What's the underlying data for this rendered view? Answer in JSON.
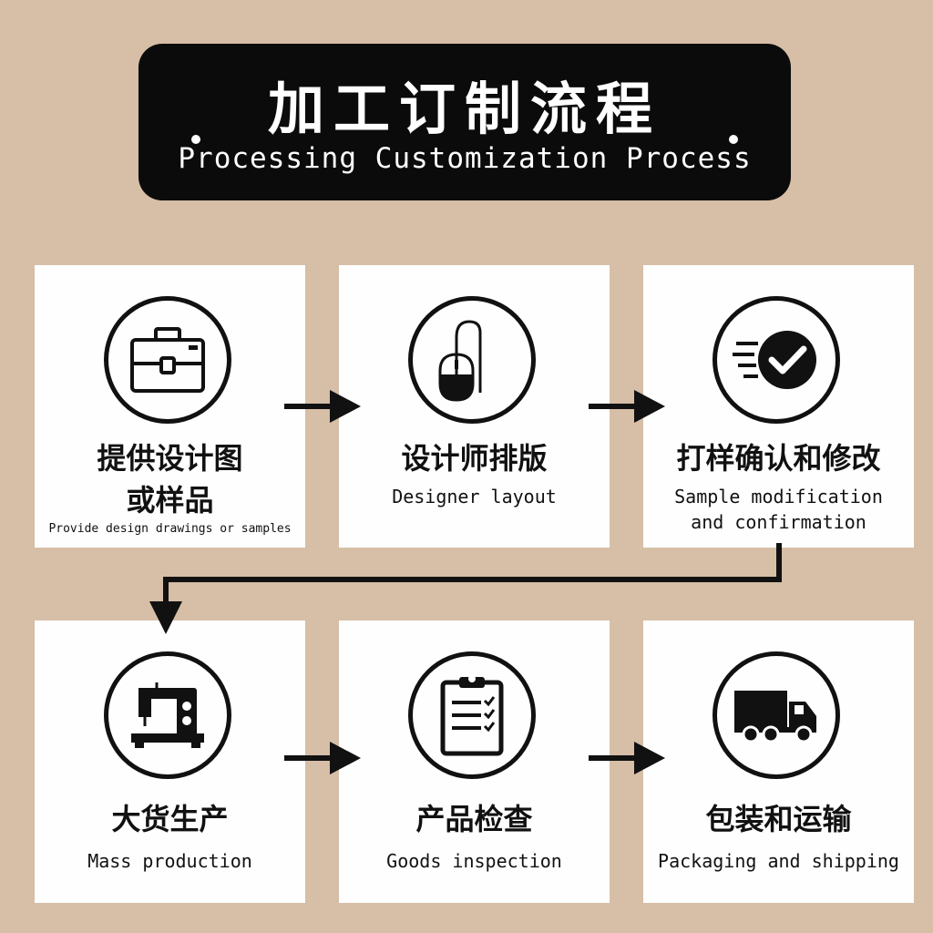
{
  "header": {
    "title": "加工订制流程",
    "subtitle": "Processing Customization Process"
  },
  "steps": [
    {
      "cn": "提供设计图",
      "cn2": "或样品",
      "en": "Provide design drawings or samples",
      "icon": "briefcase-icon"
    },
    {
      "cn": "设计师排版",
      "en": "Designer layout",
      "icon": "mouse-icon"
    },
    {
      "cn": "打样确认和修改",
      "en": "Sample modification",
      "en2": "and confirmation",
      "icon": "fast-check-icon"
    },
    {
      "cn": "大货生产",
      "en": "Mass production",
      "icon": "sewing-machine-icon"
    },
    {
      "cn": "产品检查",
      "en": "Goods inspection",
      "icon": "clipboard-checklist-icon"
    },
    {
      "cn": "包装和运输",
      "en": "Packaging and shipping",
      "icon": "delivery-truck-icon"
    }
  ],
  "colors": {
    "background": "#d6bea7",
    "ink": "#111111",
    "card": "#fefefe"
  }
}
